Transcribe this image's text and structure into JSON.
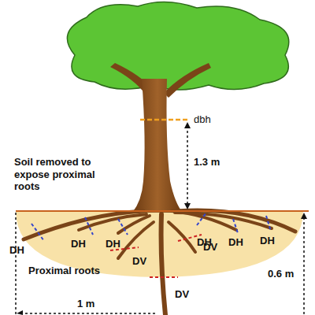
{
  "diagram": {
    "labels": [
      "dbh",
      "1.3 m",
      "Soil removed to expose proximal roots",
      "DH",
      "DH",
      "DH",
      "DH",
      "DH",
      "DH",
      "DV",
      "DV",
      "Proximal roots",
      "0.6 m",
      "DV",
      "1 m"
    ]
  }
}
